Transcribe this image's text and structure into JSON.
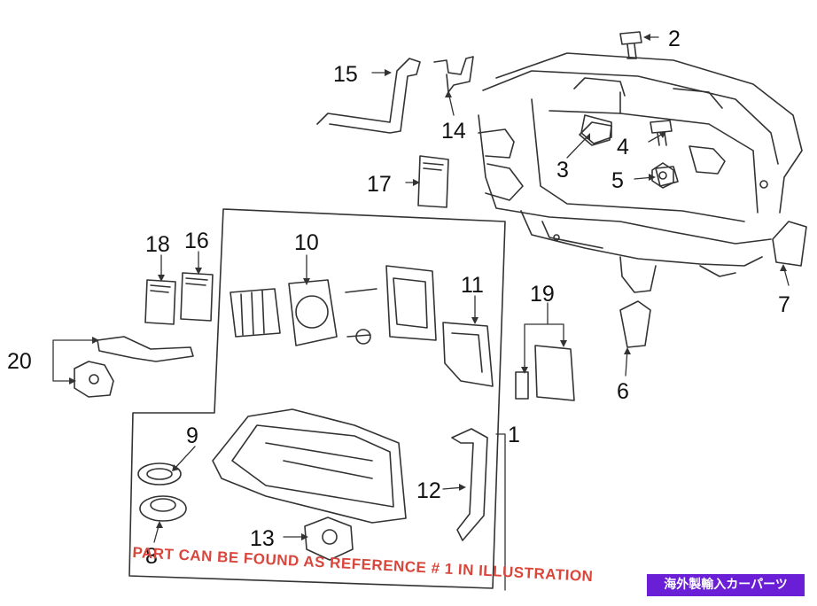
{
  "callouts": [
    {
      "id": "c1",
      "label": "1"
    },
    {
      "id": "c2",
      "label": "2"
    },
    {
      "id": "c3",
      "label": "3"
    },
    {
      "id": "c4",
      "label": "4"
    },
    {
      "id": "c5",
      "label": "5"
    },
    {
      "id": "c6",
      "label": "6"
    },
    {
      "id": "c7",
      "label": "7"
    },
    {
      "id": "c8",
      "label": "8"
    },
    {
      "id": "c9",
      "label": "9"
    },
    {
      "id": "c10",
      "label": "10"
    },
    {
      "id": "c11",
      "label": "11"
    },
    {
      "id": "c12",
      "label": "12"
    },
    {
      "id": "c13",
      "label": "13"
    },
    {
      "id": "c14",
      "label": "14"
    },
    {
      "id": "c15",
      "label": "15"
    },
    {
      "id": "c16",
      "label": "16"
    },
    {
      "id": "c17",
      "label": "17"
    },
    {
      "id": "c18",
      "label": "18"
    },
    {
      "id": "c19",
      "label": "19"
    },
    {
      "id": "c20",
      "label": "20"
    }
  ],
  "overlay": {
    "watermark": "PART CAN BE FOUND AS REFERENCE # 1 IN ILLUSTRATION",
    "badge": "海外製輸入カーパーツ"
  },
  "colors": {
    "line": "#333333",
    "watermark": "#d9463c",
    "badge_bg": "#6a1fd6"
  }
}
